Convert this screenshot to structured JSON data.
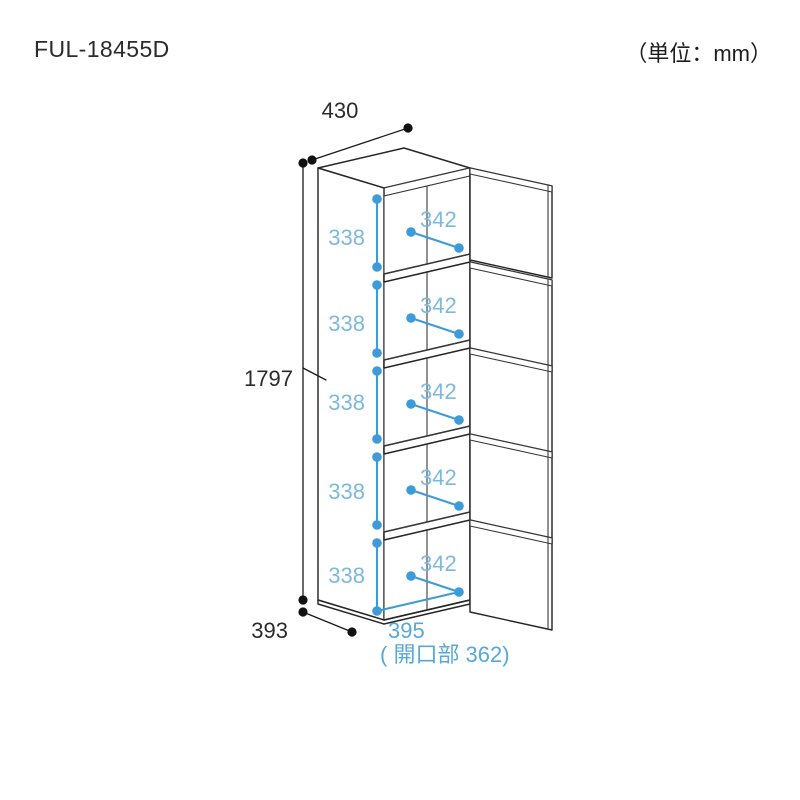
{
  "header": {
    "model": "FUL-18455D",
    "unit_note": "（単位：mm）"
  },
  "dimensions": {
    "width_top": "430",
    "height_left": "1797",
    "depth_bottom": "393",
    "inner_width_bottom": "395",
    "opening_note": "( 開口部 362)"
  },
  "compartments": [
    {
      "height": "338",
      "width": "342"
    },
    {
      "height": "338",
      "width": "342"
    },
    {
      "height": "338",
      "width": "342"
    },
    {
      "height": "338",
      "width": "342"
    },
    {
      "height": "338",
      "width": "342"
    }
  ],
  "colors": {
    "line": "#262626",
    "blue_accent": "#3d9bd9",
    "blue_text": "#7cb9de",
    "text": "#2b2b2b"
  }
}
